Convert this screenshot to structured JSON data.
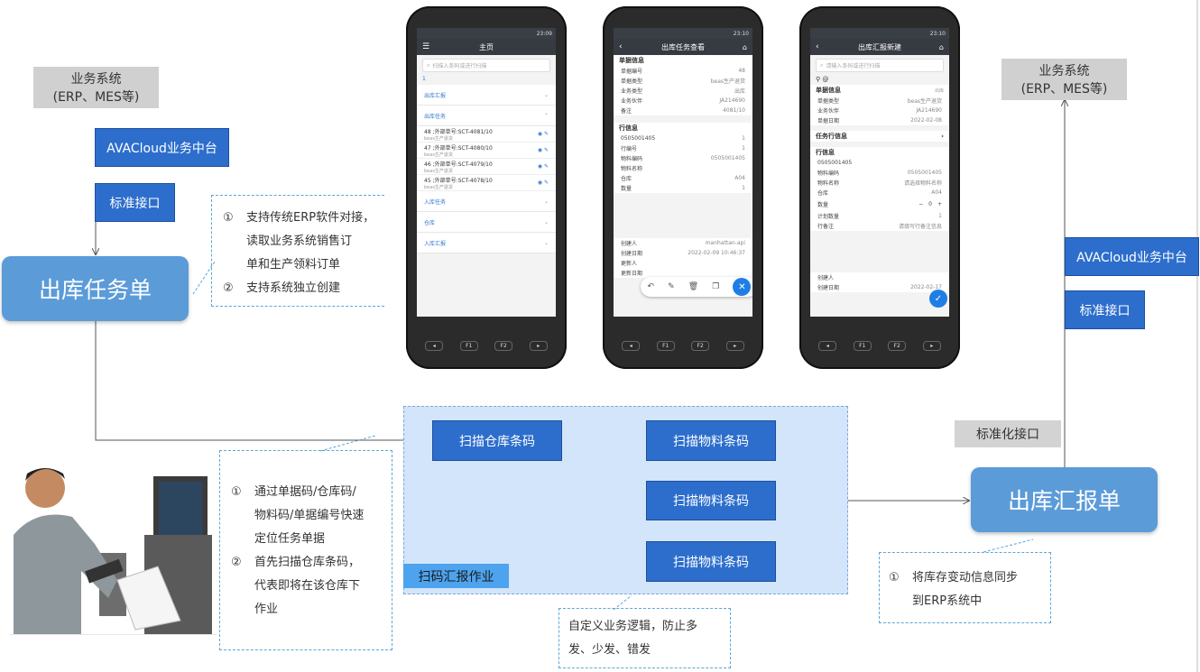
{
  "left": {
    "biz_system": "业务系统\n(ERP、MES等)",
    "ava_cloud": "AVACloud业务中台",
    "std_interface": "标准接口",
    "outbound_task": "出库任务单",
    "note1": [
      {
        "num": "①",
        "text": "支持传统ERP软件对接，"
      },
      {
        "num": "",
        "text": "读取业务系统销售订"
      },
      {
        "num": "",
        "text": "单和生产领料订单"
      },
      {
        "num": "②",
        "text": "支持系统独立创建"
      }
    ],
    "note2": [
      {
        "num": "①",
        "text": "通过单据码/仓库码/"
      },
      {
        "num": "",
        "text": "物料码/单据编号快速"
      },
      {
        "num": "",
        "text": "定位任务单据"
      },
      {
        "num": "②",
        "text": "首先扫描仓库条码，"
      },
      {
        "num": "",
        "text": "代表即将在该仓库下"
      },
      {
        "num": "",
        "text": "作业"
      }
    ]
  },
  "flow": {
    "scan_warehouse": "扫描仓库条码",
    "scan_material_1": "扫描物料条码",
    "scan_material_2": "扫描物料条码",
    "scan_material_3": "扫描物料条码",
    "tag": "扫码汇报作业",
    "note": [
      "自定义业务逻辑，防止多",
      "发、少发、错发"
    ]
  },
  "right": {
    "biz_system": "业务系统\n(ERP、MES等)",
    "ava_cloud": "AVACloud业务中台",
    "std_interface": "标准接口",
    "std_interface_tag": "标准化接口",
    "outbound_report": "出库汇报单",
    "note": [
      {
        "num": "①",
        "text": "将库存变动信息同步"
      },
      {
        "num": "",
        "text": "到ERP系统中"
      }
    ]
  },
  "phone1": {
    "time": "23:09",
    "title": "主页",
    "search_placeholder": "扫描入条码或进行扫描",
    "count": "1",
    "menus": [
      "出库汇报",
      "出库任务",
      "入库任务",
      "仓库",
      "入库汇报"
    ],
    "tasks": [
      {
        "main": "48 ;外部单号:SCT-4081/10",
        "sub": "beas生产退货"
      },
      {
        "main": "47 ;外部单号:SCT-4080/10",
        "sub": "beas生产退货"
      },
      {
        "main": "46 ;外部单号:SCT-4079/10",
        "sub": "beas生产退货"
      },
      {
        "main": "45 ;外部单号:SCT-4078/10",
        "sub": "beas生产退货"
      }
    ]
  },
  "phone2": {
    "time": "23:10",
    "title": "出库任务查看",
    "sec1": "单据信息",
    "rows1": [
      [
        "单据编号",
        "48"
      ],
      [
        "单据类型",
        "beas生产退货"
      ],
      [
        "业务类型",
        "出库"
      ],
      [
        "业务伙伴",
        "JA214690"
      ],
      [
        "备注",
        "4081/10"
      ]
    ],
    "sec2": "行信息",
    "line_code": "0505001405",
    "line_num": "1",
    "rows2": [
      [
        "行编号",
        "1"
      ],
      [
        "物料编码",
        "0505001405"
      ],
      [
        "物料名称",
        ""
      ],
      [
        "仓库",
        "A04"
      ],
      [
        "数量",
        "1"
      ]
    ],
    "rows3": [
      [
        "创建人",
        "manhattan-api"
      ],
      [
        "创建日期",
        "2022-02-09 10:46:37"
      ],
      [
        "更新人",
        ""
      ],
      [
        "更新日期",
        ""
      ]
    ]
  },
  "phone3": {
    "time": "23:10",
    "title": "出库汇报新建",
    "search_placeholder": "请输入条码或进行扫描",
    "loc": "@",
    "sec1": "单据信息",
    "sec1_tag": "出库",
    "rows1": [
      [
        "单据类型",
        "beas生产退货"
      ],
      [
        "业务伙伴",
        "JA214690"
      ],
      [
        "单据日期",
        "2022-02-08"
      ]
    ],
    "sec2": "任务行信息",
    "sec3": "行信息",
    "line_code": "0505001405",
    "rows2": [
      [
        "物料编码",
        "0505001405"
      ],
      [
        "物料名称",
        "请选择物料名称"
      ],
      [
        "仓库",
        "A04"
      ]
    ],
    "qty_label": "数量",
    "qty": "0",
    "rows3": [
      [
        "计划数量",
        "1"
      ],
      [
        "行备注",
        "请填写行备注信息"
      ]
    ],
    "rows4": [
      [
        "创建人",
        ""
      ],
      [
        "创建日期",
        "2022-02-17"
      ]
    ]
  },
  "keys": [
    "F1",
    "F2"
  ],
  "colors": {
    "primary": "#2d6ecc",
    "big": "#5b9bd8",
    "area": "#d3e5fa",
    "tag": "#4da3ee"
  }
}
